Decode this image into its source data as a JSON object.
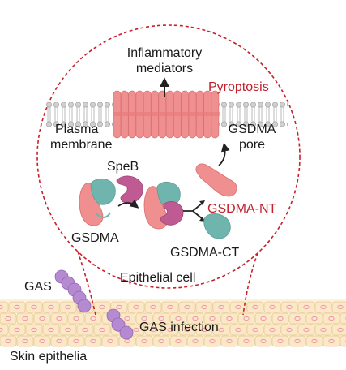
{
  "labels": {
    "inflammatory_line1": "Inflammatory",
    "inflammatory_line2": "mediators",
    "pyroptosis": "Pyroptosis",
    "plasma_line1": "Plasma",
    "plasma_line2": "membrane",
    "pore_line1": "GSDMA",
    "pore_line2": "pore",
    "speb": "SpeB",
    "gsdma": "GSDMA",
    "gsdma_nt": "GSDMA-NT",
    "gsdma_ct": "GSDMA-CT",
    "epithelial_cell": "Epithelial cell",
    "gas": "GAS",
    "gas_infection": "GAS infection",
    "skin_epithelia": "Skin epithelia"
  },
  "colors": {
    "circle_outline": "#c8202c",
    "emphasis_text": "#c0202c",
    "gsdma_nt": "#ef8f8f",
    "gsdma_ct": "#6fb5ad",
    "speb": "#c05a92",
    "gas_bacteria": "#b58ad0",
    "membrane": "#c7c7c7",
    "skin_cells": "#fbe8c6",
    "skin_nuclei": "#ef8f8f"
  }
}
